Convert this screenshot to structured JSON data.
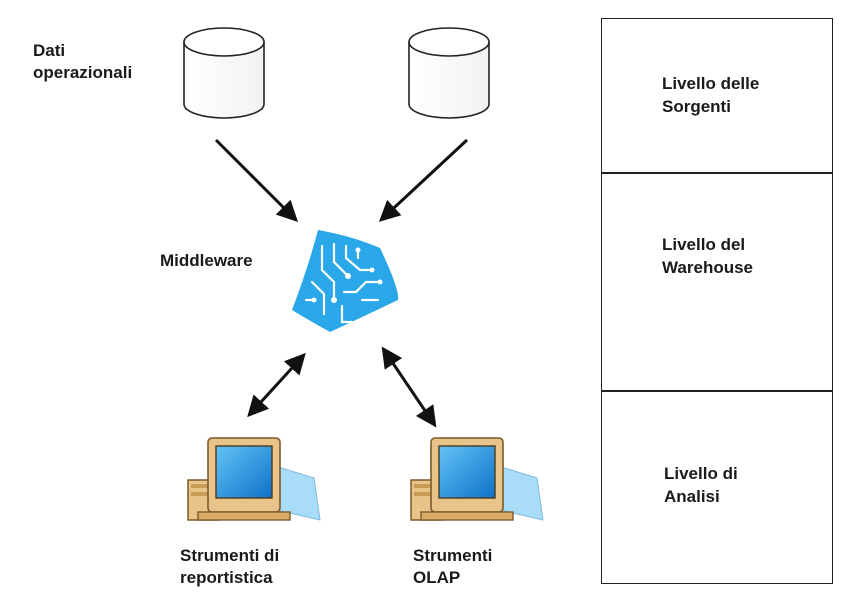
{
  "labels": {
    "operational_data": "Dati\noperazionali",
    "middleware": "Middleware",
    "reporting_tools": "Strumenti di\nreportistica",
    "olap_tools": "Strumenti\nOLAP"
  },
  "levels": [
    {
      "label": "Livello delle\nSorgenti"
    },
    {
      "label": "Livello del\nWarehouse"
    },
    {
      "label": "Livello di\nAnalisi"
    }
  ],
  "colors": {
    "middleware_blue": "#2aa7e8",
    "monitor_screen": "#1e90e0",
    "computer_body": "#e9c48a",
    "line": "#111111"
  }
}
